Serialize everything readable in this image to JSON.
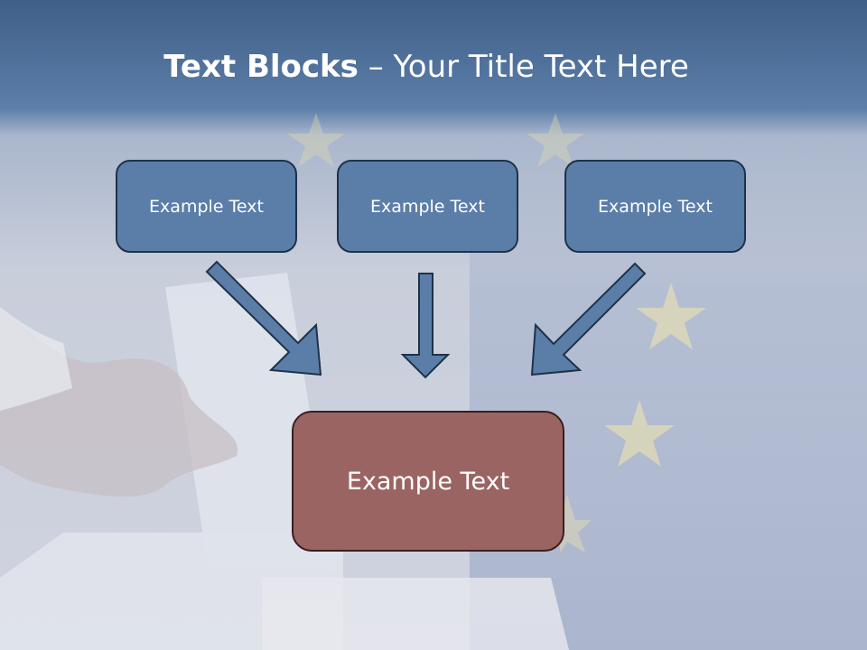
{
  "title": {
    "bold": "Text Blocks",
    "dash": " – ",
    "rest": "Your Title Text Here"
  },
  "boxes": [
    {
      "label": "Example Text"
    },
    {
      "label": "Example Text"
    },
    {
      "label": "Example Text"
    }
  ],
  "target": {
    "label": "Example Text"
  },
  "colors": {
    "header_blue": "#4f6f98",
    "box_blue": "#5b7ea9",
    "box_red": "#9a6462",
    "arrow_blue": "#5b7ea9",
    "star_yellow": "#e8e0b0"
  },
  "background": {
    "icons": [
      "hand-icon",
      "ballot-paper-icon",
      "ballot-box-icon",
      "eu-star-icon"
    ]
  }
}
